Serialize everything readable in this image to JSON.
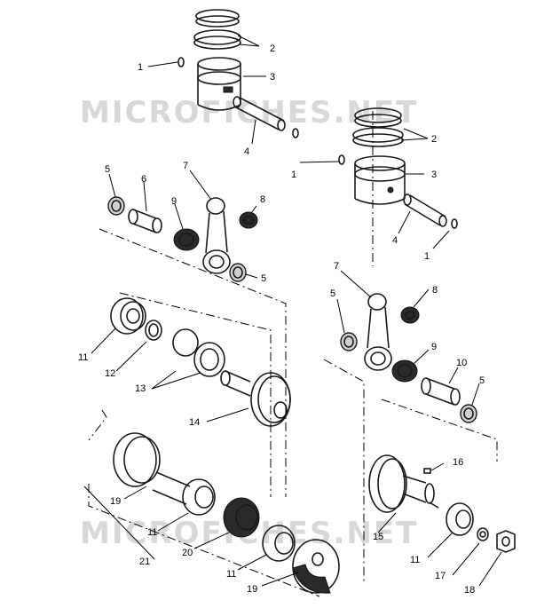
{
  "watermark": {
    "text_1": "MICROFICHES.NET",
    "text_2": "MICROFICHES.NET",
    "color": "#d8d8d8"
  },
  "callouts": {
    "c1a": "1",
    "c2a": "2",
    "c3a": "3",
    "c4a": "4",
    "c1b": "1",
    "c2b": "2",
    "c3b": "3",
    "c4b": "4",
    "c1c": "1",
    "c5a": "5",
    "c6a": "6",
    "c7a": "7",
    "c8a": "8",
    "c9a": "9",
    "c5b": "5",
    "c7b": "7",
    "c5c": "5",
    "c8b": "8",
    "c9b": "9",
    "c10": "10",
    "c5d": "5",
    "c11a": "11",
    "c12": "12",
    "c13": "13",
    "c14": "14",
    "c19a": "19",
    "c11b": "11",
    "c20": "20",
    "c21": "21",
    "c11c": "11",
    "c19b": "19",
    "c16": "16",
    "c15": "15",
    "c11d": "11",
    "c17": "17",
    "c18": "18"
  }
}
